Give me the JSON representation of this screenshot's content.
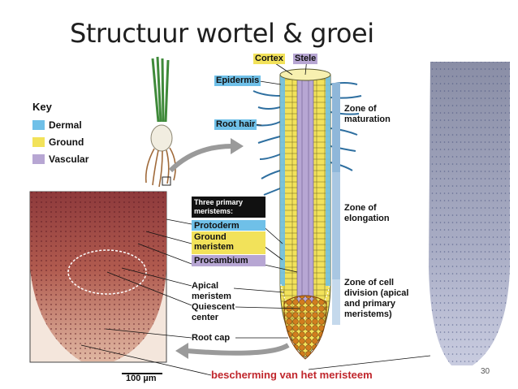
{
  "title": "Structuur wortel & groei",
  "key": {
    "title": "Key",
    "items": [
      {
        "label": "Dermal",
        "color": "#6fc0e8"
      },
      {
        "label": "Ground",
        "color": "#f2e25a"
      },
      {
        "label": "Vascular",
        "color": "#b7a6d3"
      }
    ]
  },
  "root_labels": {
    "cortex": "Cortex",
    "stele": "Stele",
    "epidermis": "Epidermis",
    "root_hair": "Root hair"
  },
  "meristems": {
    "heading": "Three primary meristems:",
    "items": [
      {
        "label": "Protoderm",
        "color": "#6fc0e8"
      },
      {
        "label": "Ground meristem",
        "color": "#f2e25a"
      },
      {
        "label": "Procambium",
        "color": "#b7a6d3"
      }
    ]
  },
  "tip_labels": {
    "apical": "Apical meristem",
    "quiescent": "Quiescent center",
    "root_cap": "Root cap"
  },
  "zones": {
    "maturation": "Zone of maturation",
    "elongation": "Zone of elongation",
    "division": "Zone of cell division (apical and primary meristems)"
  },
  "scale_bar": "100 µm",
  "note": "bescherming van het meristeem",
  "page_number": "30"
}
